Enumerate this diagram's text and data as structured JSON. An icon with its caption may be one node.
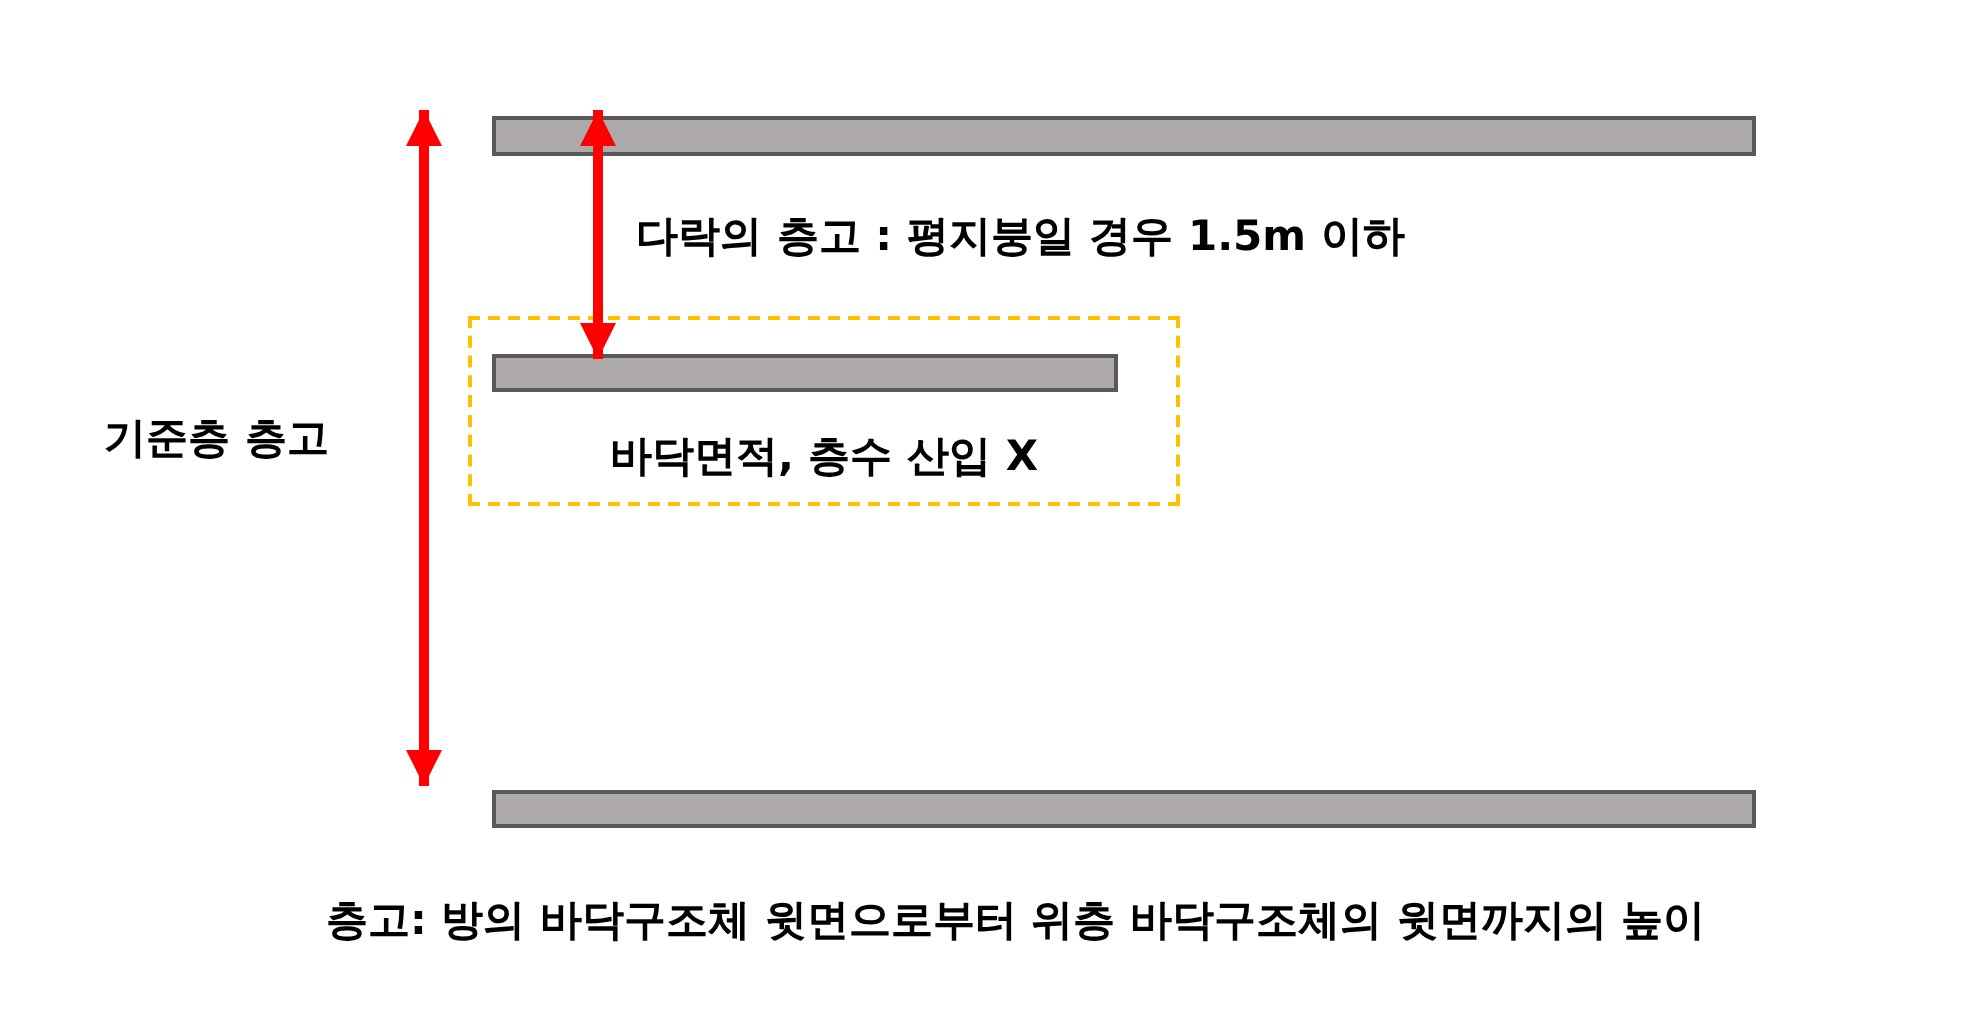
{
  "diagram": {
    "nodes": [
      {
        "text": [],
        "shape": "bar"
      },
      {
        "text": [
          "바닥면적, 층수 산입 X"
        ]
      },
      {
        "text": [],
        "shape": "bar",
        "in": 1
      },
      {
        "text": [],
        "shape": "bar"
      }
    ],
    "edges": [
      {
        "from": 0,
        "to": 2,
        "arrow": "both"
      }
    ],
    "labels": [
      "다락의 층고 : 평지붕일 경우 1.5m 이하",
      "기준층 층고",
      "층고: 방의 바닥구조체 윗면으로부터 위층 바닥구조체의 윗면까지의 높이"
    ]
  }
}
